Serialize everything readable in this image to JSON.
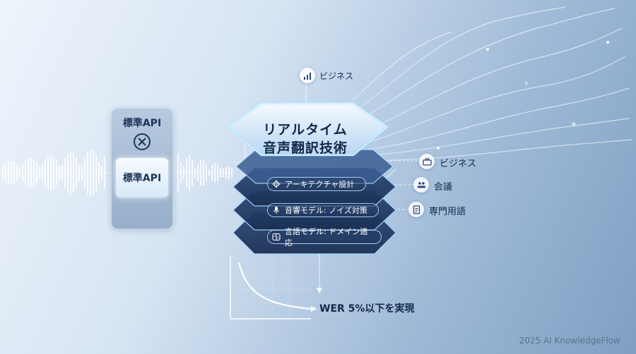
{
  "left_panel": {
    "title": "標準API",
    "button_label": "標準API"
  },
  "center_title": {
    "line1": "リアルタイム",
    "line2": "音声翻訳技術"
  },
  "layers": [
    {
      "label": "アーキテクチャ設計",
      "icon": "gear-icon"
    },
    {
      "label": "音響モデル: ノイズ対策",
      "icon": "microphone-icon"
    },
    {
      "label": "言語モデル: ドメイン適応",
      "icon": "brain-icon"
    }
  ],
  "top_tag": {
    "label": "ビジネス",
    "icon": "chart-icon"
  },
  "right_tags": [
    {
      "label": "ビジネス",
      "icon": "briefcase-icon"
    },
    {
      "label": "会議",
      "icon": "meeting-icon"
    },
    {
      "label": "専門用語",
      "icon": "document-icon"
    }
  ],
  "result": {
    "label": "WER 5%以下を実現"
  },
  "footer": "2025 AI KnowledgeFlow",
  "colors": {
    "accent": "#8fd3ff",
    "text_dark": "#13294b",
    "pill_bg": "#233c64"
  }
}
